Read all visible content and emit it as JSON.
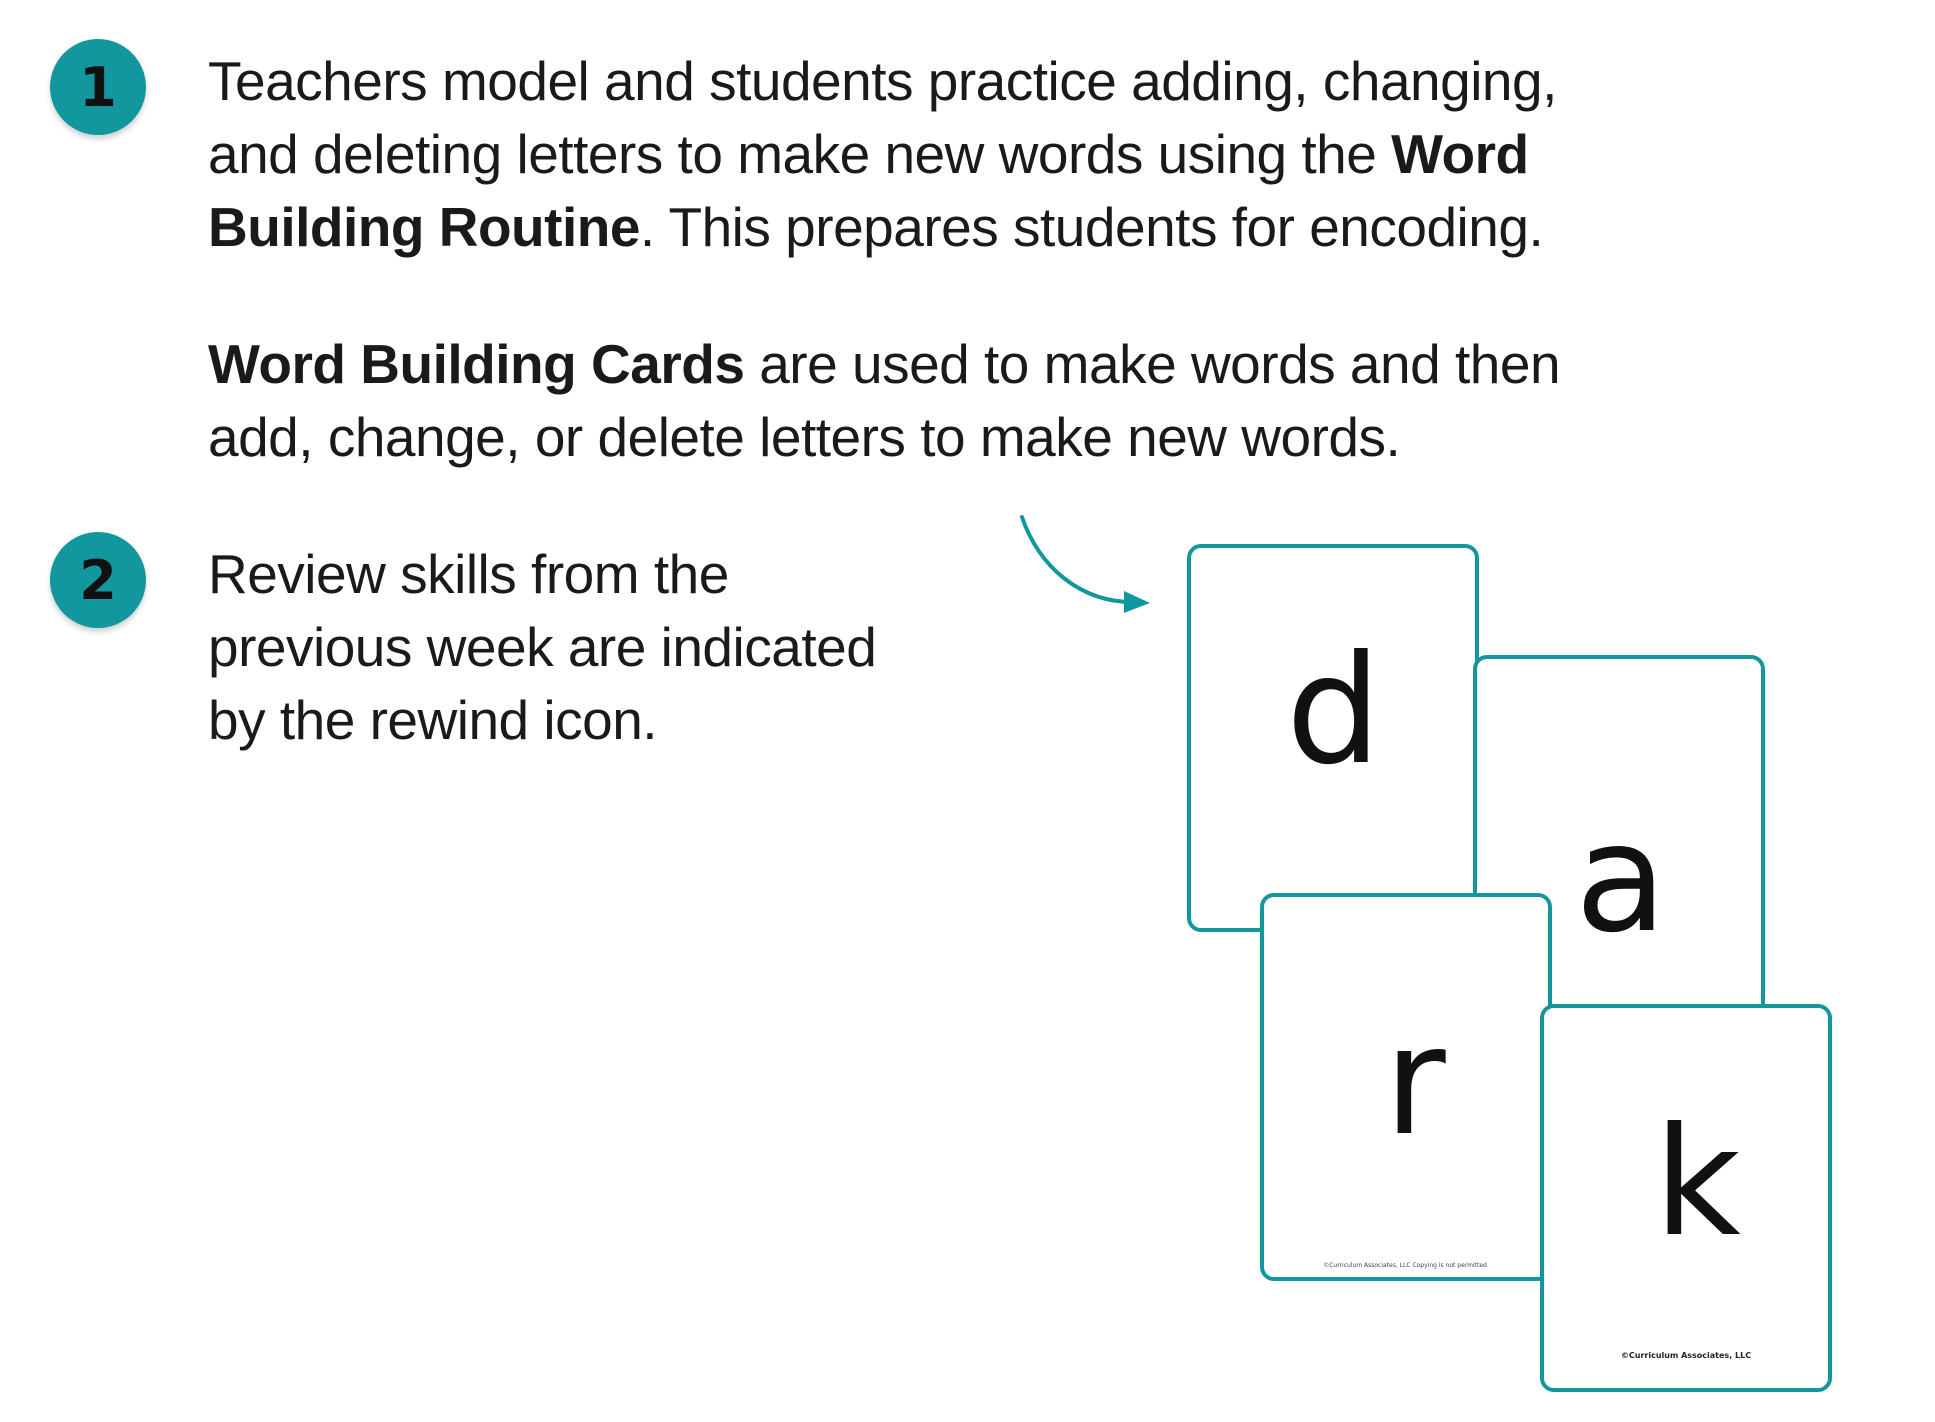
{
  "step1": {
    "number": "1",
    "line1": "Teachers model and students practice adding, changing,",
    "line2_pre": "and deleting letters to make new words using the ",
    "line2_bold": "Word",
    "line3_bold": "Building Routine",
    "line3_post": ". This prepares students for encoding.",
    "cards_bold": "Word Building Cards",
    "cards_line1_post": " are used to make words and then",
    "cards_line2": "add, change, or delete letters to make new words."
  },
  "step2": {
    "number": "2",
    "line1": "Review skills from the",
    "line2": "previous week are indicated",
    "line3": "by the rewind icon."
  },
  "cards": [
    {
      "letter": "d",
      "credit": ""
    },
    {
      "letter": "a",
      "credit": ""
    },
    {
      "letter": "r",
      "credit": "©Curriculum Associates, LLC    Copying is not permitted."
    },
    {
      "letter": "k",
      "credit": "©Curriculum Associates, LLC"
    }
  ],
  "colors": {
    "accent": "#12979e"
  }
}
